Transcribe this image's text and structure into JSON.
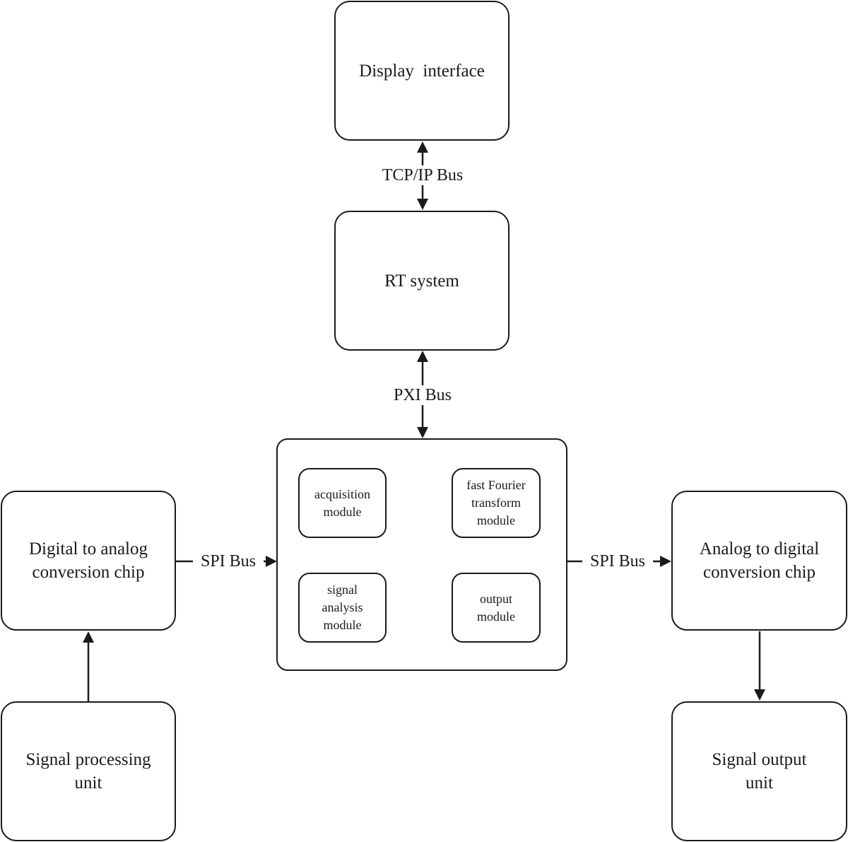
{
  "nodes": {
    "display_interface": "Display  interface",
    "rt_system": "RT system",
    "digital_to_analog": "Digital to analog\nconversion chip",
    "analog_to_digital": "Analog to digital\nconversion chip",
    "signal_processing": "Signal processing\nunit",
    "signal_output": "Signal output\nunit",
    "acquisition_module": "acquisition\nmodule",
    "fft_module": "fast Fourier\ntransform\nmodule",
    "signal_analysis_module": "signal\nanalysis\nmodule",
    "output_module": "output\nmodule"
  },
  "edges": {
    "tcpip_bus": "TCP/IP Bus",
    "pxi_bus": "PXI Bus",
    "spi_bus_left": "SPI Bus",
    "spi_bus_right": "SPI Bus"
  }
}
